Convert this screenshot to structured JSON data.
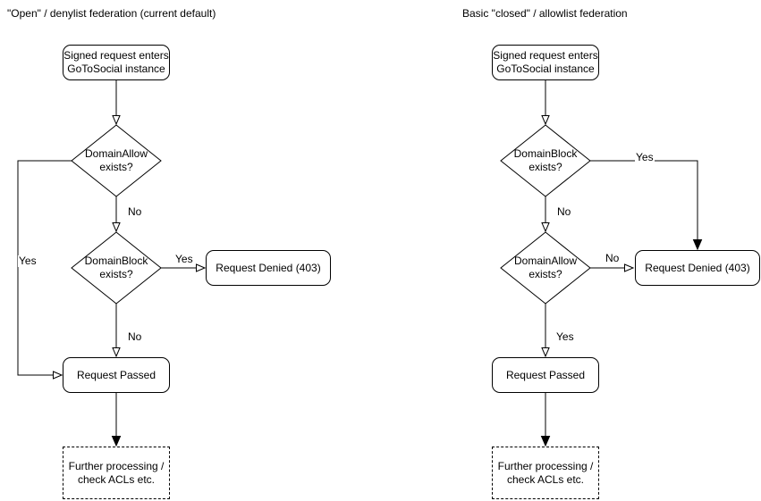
{
  "colors": {
    "stroke": "#000000",
    "text": "#000000",
    "background": "#ffffff"
  },
  "left": {
    "title": "\"Open\" / denylist federation (current default)",
    "nodes": {
      "start": "Signed request enters\nGoToSocial instance",
      "decision1": "DomainAllow\nexists?",
      "decision2": "DomainBlock\nexists?",
      "denied": "Request Denied (403)",
      "passed": "Request Passed",
      "further": "Further processing /\ncheck ACLs etc."
    },
    "edge_labels": {
      "decision1_no": "No",
      "decision1_yes": "Yes",
      "decision2_yes": "Yes",
      "decision2_no": "No"
    }
  },
  "right": {
    "title": "Basic \"closed\" / allowlist federation",
    "nodes": {
      "start": "Signed request enters\nGoToSocial instance",
      "decision1": "DomainBlock\nexists?",
      "decision2": "DomainAllow\nexists?",
      "denied": "Request Denied (403)",
      "passed": "Request Passed",
      "further": "Further processing /\ncheck ACLs etc."
    },
    "edge_labels": {
      "decision1_no": "No",
      "decision1_yes": "Yes",
      "decision2_no": "No",
      "decision2_yes": "Yes"
    }
  }
}
